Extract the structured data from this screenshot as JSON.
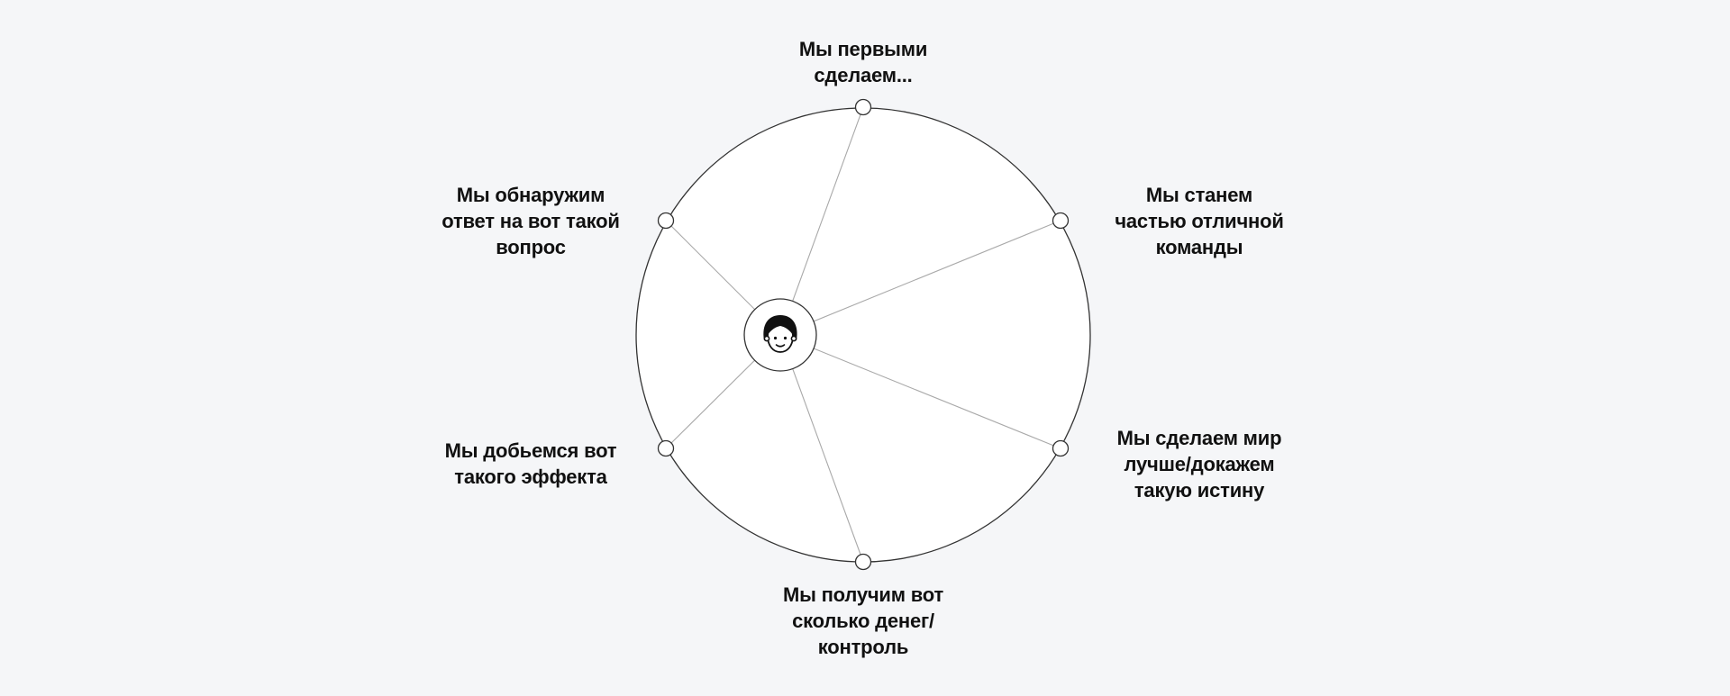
{
  "goals": [
    {
      "id": "top",
      "label": "Мы первыми\nсделаем..."
    },
    {
      "id": "upper-right",
      "label": "Мы станем\nчастью отличной\nкоманды"
    },
    {
      "id": "lower-right",
      "label": "Мы сделаем мир\nлучше/докажем\nтакую истину"
    },
    {
      "id": "bottom",
      "label": "Мы получим вот\nсколько денег/\nконтроль"
    },
    {
      "id": "lower-left",
      "label": "Мы добьемся вот\nтакого эффекта"
    },
    {
      "id": "upper-left",
      "label": "Мы обнаружим\nответ на вот такой\nвопрос"
    }
  ],
  "center": {
    "icon": "person-face-icon"
  },
  "colors": {
    "background": "#f5f6f8",
    "circle_fill": "#ffffff",
    "outline": "#333333",
    "spoke": "#a9a9a9",
    "text": "#111111"
  }
}
